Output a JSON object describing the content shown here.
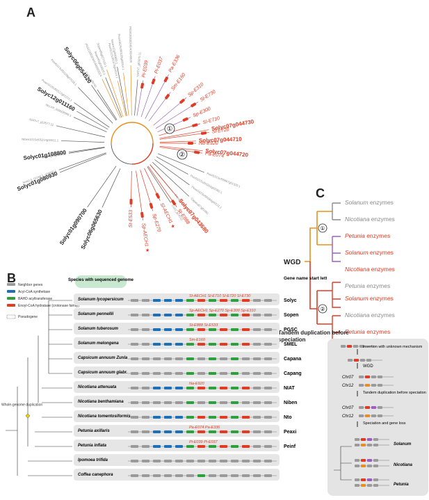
{
  "panels": {
    "a": "A",
    "b": "B",
    "c": "C"
  },
  "colors": {
    "orange": "#e8901f",
    "purple": "#9b5fc0",
    "red": "#e03b24",
    "gray": "#8a8a8a",
    "black": "#222222",
    "acyl": "#1f6fb5",
    "bahd": "#2e9e3e",
    "enoyl": "#e03b24",
    "neighbor": "#9a9a9a",
    "track": "#e6e6e6"
  },
  "treeA": {
    "nodes": {
      "wgd": "①",
      "td": "②"
    },
    "bold_genes": [
      "Solyc12g011160",
      "Solyc06g054520",
      "Solyc01g080930",
      "Solyc01g108800",
      "Solyc06g065630",
      "Solyc01g090700",
      "Solyc07g044730",
      "Solyc07g044710",
      "Solyc07g044720",
      "Solyc07g043680"
    ],
    "gray_leaves": [
      "Sme2.5_01166.1_g00005.1",
      "Capang06g000313",
      "Niben101Scf05214g00011.1",
      "NIATv7_g12577.11",
      "Nto.XP_009608088.1",
      "Peaxi162Scf00122g01215.1",
      "Peinf101Scf01109g07018.1",
      "Cc05_g09740",
      "Sopen01g018920.1",
      "Sopen12g006850.1",
      "PGSC0003DMG400003324",
      "Sopen06g027410.1",
      "Peinf101Scf00374g00014.1",
      "Peaxi162Scf00155g00014.1",
      "PGSC0003DMG400046685",
      "NIATv7_g03870.11",
      "Peinf101Scf00667g01320.1",
      "Peinf101Scf00250g02060.1",
      "Peaxi162Scf00184g00121.1",
      "Capana07g01991",
      "Capang07g001174",
      "Cc02_g24510"
    ],
    "red_leaves": [
      "Pi-E039",
      "Pi-E037",
      "Pa-E336",
      "Sm-E160",
      "Sp-E310",
      "Sl-E730",
      "Sp-E300",
      "Sl-E710",
      "Sl-E720",
      "Na-E920",
      "Pa-E074",
      "St-E888",
      "Sl-AECH1 ★",
      "Sp-E270",
      "Sp-AECH1 ★",
      "St-E533"
    ]
  },
  "panelC": {
    "title": "C",
    "wgd": "WGD",
    "wgd_node": "①",
    "td": "Tandem duplication before speciation",
    "td_node": "②",
    "leaves": [
      {
        "genus": "Solanum",
        "suffix": " enzymes",
        "color": "gray"
      },
      {
        "genus": "Nicotiana",
        "suffix": " enzymes",
        "color": "gray"
      },
      {
        "genus": "Petunia",
        "suffix": " enzymes",
        "color": "red"
      },
      {
        "genus": "Solanum",
        "suffix": " enzymes",
        "color": "red"
      },
      {
        "genus": "Nicotiana",
        "suffix": " enzymes",
        "color": "red"
      },
      {
        "genus": "Petunia",
        "suffix": " enzymes",
        "color": "gray"
      },
      {
        "genus": "Solanum",
        "suffix": " enzymes",
        "color": "red"
      },
      {
        "genus": "Nicotiana",
        "suffix": " enzymes",
        "color": "gray"
      },
      {
        "genus": "Petunia",
        "suffix": " enzymes",
        "color": "red"
      }
    ]
  },
  "panelB": {
    "legend": {
      "neighbor": "Neighbor genes",
      "acyl": "Acyl-CoA synthetase",
      "bahd": "BAHD acyltransferase",
      "enoyl": "Enoyl-CoA hydratase (crotonase family)",
      "pseudo": "Pseudogene"
    },
    "species_header": "Species with sequenced genome",
    "gene_header": "Gene name start letters",
    "wgd_label": "Whole-genome duplication",
    "rows": [
      {
        "species": "Solanum lycopersicum",
        "code": "Solyc",
        "labels": "Sl-AECH1   Sl-E710  Sl-E720  Sl-E730"
      },
      {
        "species": "Solanum pennellii",
        "code": "Sopen",
        "labels": "Sp-AECH1  Sp-E270   Sp-E300   Sp-E310"
      },
      {
        "species": "Solanum tuberosum",
        "code": "PGSC",
        "labels": "St-E888   St-E533"
      },
      {
        "species": "Solanum melongena",
        "code": "SMEL",
        "labels": "Sm-E160"
      },
      {
        "species": "Capsicum annuum Zunla",
        "code": "Capana",
        "labels": ""
      },
      {
        "species": "Capsicum annuum glabr.",
        "code": "Capang",
        "labels": ""
      },
      {
        "species": "Nicotiana attenuata",
        "code": "NIAT",
        "labels": "Na-E920"
      },
      {
        "species": "Nicotiana benthamiana",
        "code": "Niben",
        "labels": ""
      },
      {
        "species": "Nicotiana tomentosiformis",
        "code": "Nto",
        "labels": ""
      },
      {
        "species": "Petunia axillaris",
        "code": "Peaxi",
        "labels": "Pa-E074  Pa-E336"
      },
      {
        "species": "Petunia inflata",
        "code": "Peinf",
        "labels": "Pi-E039  Pi-E037"
      },
      {
        "species": "Ipomoea trifida",
        "code": "",
        "labels": ""
      },
      {
        "species": "Coffea canephora",
        "code": "",
        "labels": ""
      }
    ]
  },
  "panelD": {
    "insertion": "insertion with unknown mechanism",
    "wgd": "WGD",
    "chr07": "Chr07",
    "chr12": "Chr12",
    "tandem": "Tandem duplication before speciation",
    "speciation": "Speciation and gene loss",
    "solanum": "Solanum",
    "nicotiana": "Nicotiana",
    "petunia": "Petunia"
  }
}
